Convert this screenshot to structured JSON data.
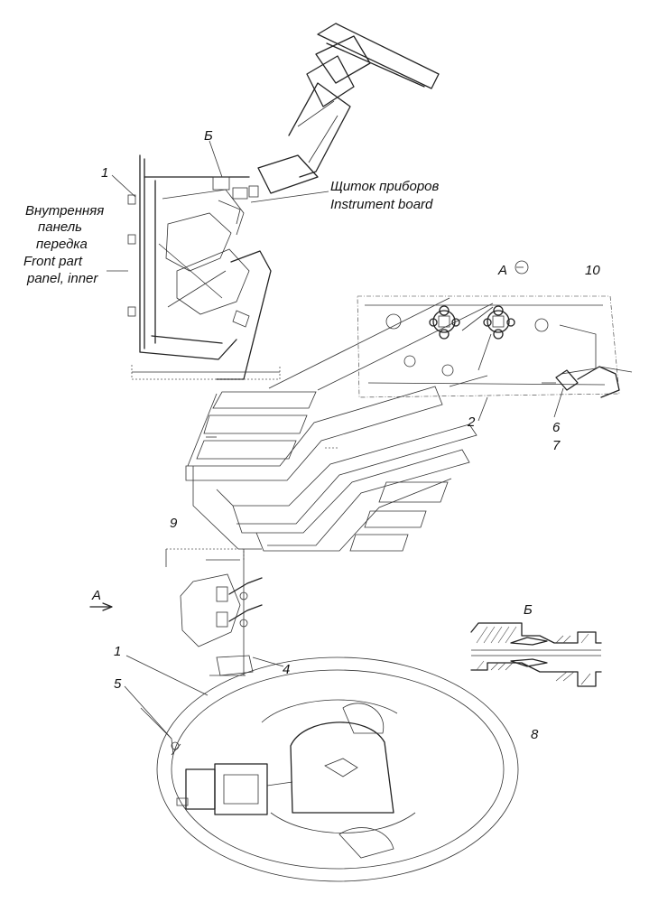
{
  "labels": {
    "inner_panel_ru_1": "Внутренняя",
    "inner_panel_ru_2": "панель",
    "inner_panel_ru_3": "передка",
    "inner_panel_en_1": "Front part",
    "inner_panel_en_2": "panel, inner",
    "instrument_ru": "Щиток приборов",
    "instrument_en": "Instrument board",
    "view_b_top": "Б",
    "view_b_section": "Б",
    "view_a_marker": "A",
    "view_a_arrow": "A"
  },
  "callouts": {
    "c1_top": "1",
    "c1_bottom": "1",
    "c2": "2",
    "c4": "4",
    "c5": "5",
    "c6": "6",
    "c7": "7",
    "c8": "8",
    "c9": "9",
    "c10": "10"
  }
}
